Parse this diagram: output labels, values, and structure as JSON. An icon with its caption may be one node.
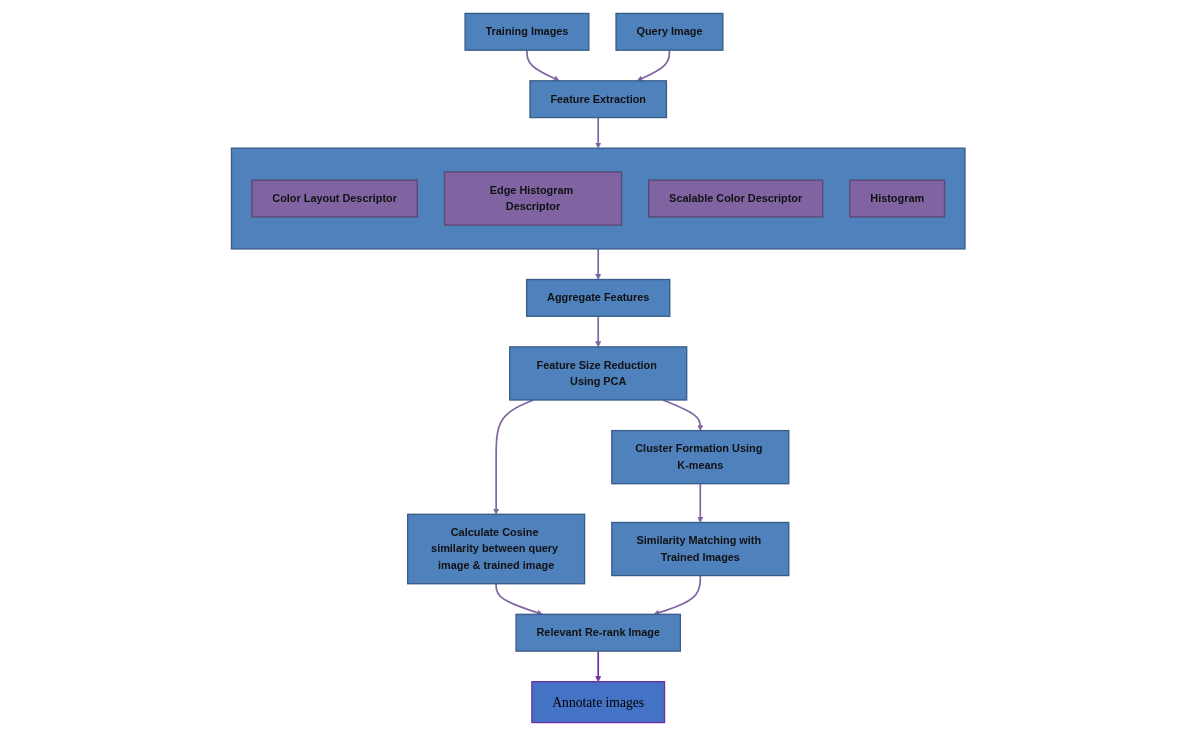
{
  "diagram": {
    "nodes": [
      {
        "text": [
          "Training Images"
        ]
      },
      {
        "text": [
          "Query Image"
        ]
      },
      {
        "text": [
          "Feature Extraction"
        ]
      },
      {
        "text": [],
        "shape": "box"
      },
      {
        "text": [
          "Color Layout Descriptor"
        ],
        "in": 3
      },
      {
        "text": [
          "Edge Histogram Descriptor"
        ],
        "in": 3
      },
      {
        "text": [
          "Scalable Color Descriptor"
        ],
        "in": 3
      },
      {
        "text": [
          "Histogram"
        ],
        "in": 3
      },
      {
        "text": [
          "Feature Size Reduction Using PCA"
        ]
      },
      {
        "text": [
          "Aggregate Features"
        ]
      },
      {
        "text": [
          "Cluster Formation Using K-means"
        ]
      },
      {
        "text": [
          "Calculate Cosine similarity between query image & trained image"
        ]
      },
      {
        "text": [
          "Similarity Matching with Trained Images"
        ]
      },
      {
        "text": [
          "Relevant Re-rank Image"
        ]
      },
      {
        "text": [
          "Annotate images"
        ]
      }
    ],
    "edges": [
      {
        "from": 0,
        "to": 2,
        "arrow": "to"
      },
      {
        "from": 1,
        "to": 2,
        "arrow": "to"
      },
      {
        "from": 2,
        "to": 3,
        "arrow": "to"
      },
      {
        "from": 3,
        "to": 9,
        "arrow": "to"
      },
      {
        "from": 9,
        "to": 8,
        "arrow": "to"
      },
      {
        "from": 8,
        "to": 10,
        "arrow": "to"
      },
      {
        "from": 8,
        "to": 11,
        "arrow": "to"
      },
      {
        "from": 10,
        "to": 12,
        "arrow": "to"
      },
      {
        "from": 11,
        "to": 13,
        "arrow": "to"
      },
      {
        "from": 12,
        "to": 13,
        "arrow": "to"
      },
      {
        "from": 13,
        "to": 14,
        "arrow": "to",
        "color": "#7030a0"
      }
    ]
  }
}
